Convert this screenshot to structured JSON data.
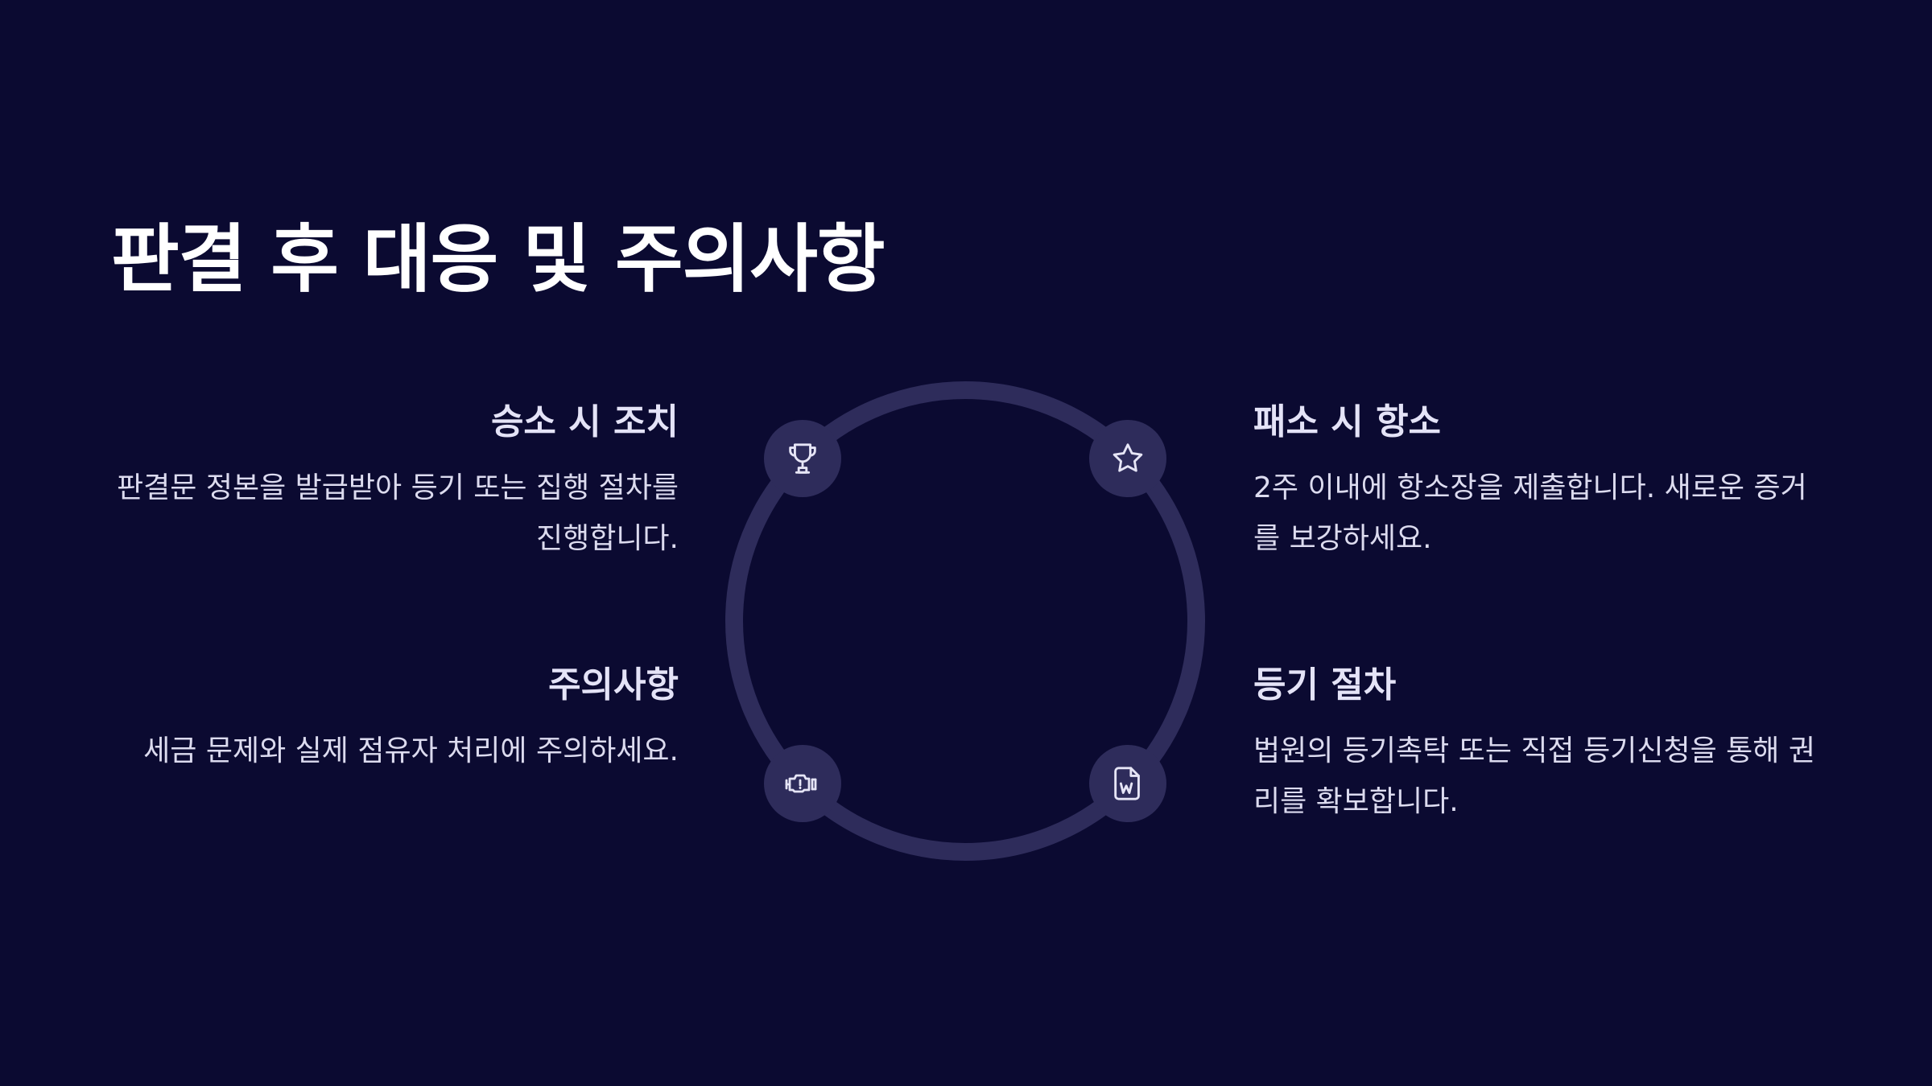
{
  "title": "판결 후 대응 및 주의사항",
  "sections": {
    "win": {
      "heading": "승소 시 조치",
      "desc": "판결문 정본을 발급받아 등기 또는 집행 절차를 진행합니다.",
      "icon": "trophy-icon"
    },
    "lose": {
      "heading": "패소 시 항소",
      "desc": "2주 이내에 항소장을 제출합니다. 새로운 증거를 보강하세요.",
      "icon": "star-icon"
    },
    "caution": {
      "heading": "주의사항",
      "desc": "세금 문제와 실제 점유자 처리에 주의하세요.",
      "icon": "engine-warning-icon"
    },
    "registry": {
      "heading": "등기 절차",
      "desc": "법원의 등기촉탁 또는 직접 등기신청을 통해 권리를 확보합니다.",
      "icon": "word-document-icon"
    }
  },
  "colors": {
    "background": "#0b0a31",
    "ring": "#2e2c5b",
    "icon_stroke": "#e6e5f6",
    "text": "#e4e3f7"
  }
}
